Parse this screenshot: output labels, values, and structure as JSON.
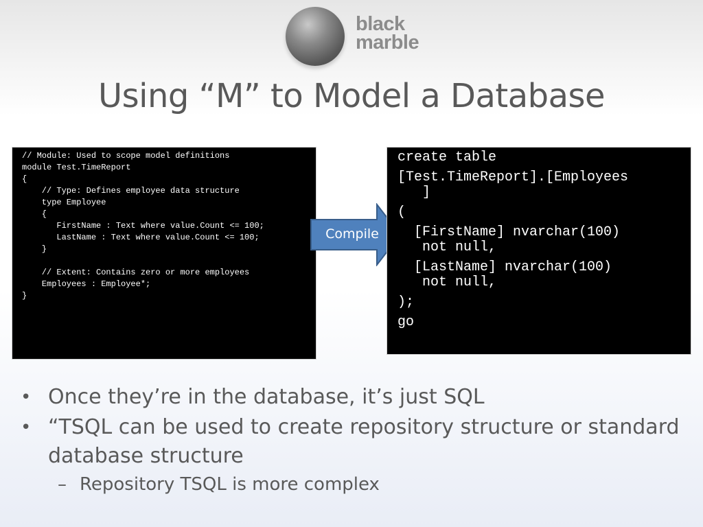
{
  "logo": {
    "line1": "black",
    "line2": "marble"
  },
  "slide": {
    "title": "Using “M” to Model a Database"
  },
  "code_left": {
    "lines": [
      "// Module: Used to scope model definitions",
      "module Test.TimeReport",
      "{",
      "    // Type: Defines employee data structure",
      "    type Employee",
      "    {",
      "       FirstName : Text where value.Count <= 100;",
      "       LastName : Text where value.Count <= 100;",
      "    }",
      "",
      "    // Extent: Contains zero or more employees",
      "    Employees : Employee*;",
      "}"
    ]
  },
  "arrow": {
    "label": "Compile",
    "fill_color": "#4f81bd",
    "border_color": "#385d8a"
  },
  "code_right": {
    "lines": [
      "create table",
      "[Test.TimeReport].[Employees",
      "   ]",
      "(",
      "  [FirstName] nvarchar(100)",
      "   not null,",
      "  [LastName] nvarchar(100)",
      "   not null,",
      ");",
      "go"
    ]
  },
  "bullets": {
    "bullet_symbol": "•",
    "sub_symbol": "–",
    "item1": "Once they’re in the database, it’s just SQL",
    "item2": "“TSQL can be used to create repository structure or standard database structure",
    "sub1": "Repository TSQL is more complex"
  }
}
